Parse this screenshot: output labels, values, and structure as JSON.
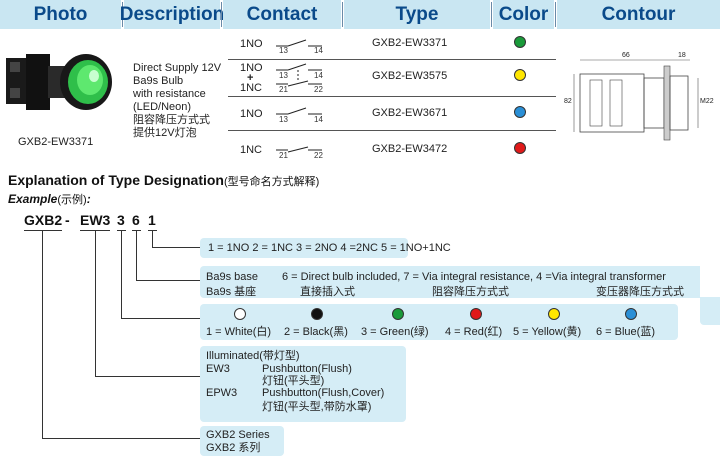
{
  "header": {
    "photo": "Photo",
    "description": "Description",
    "contact": "Contact",
    "type": "Type",
    "color": "Color",
    "contour": "Contour"
  },
  "photo_caption": "GXB2-EW3371",
  "description": {
    "line1": "Direct Supply 12V",
    "line2": "Ba9s Bulb",
    "line3": "with resistance",
    "line4": "(LED/Neon)",
    "line5": "阻容降压方式式",
    "line6": "提供12V灯泡"
  },
  "rows": [
    {
      "contact": "1NO",
      "sw1": "13",
      "sw2": "14",
      "type": "GXB2-EW3371",
      "color": "#1a9a3a"
    },
    {
      "contact": "1NO",
      "contact2": "1NC",
      "plus": "+",
      "sw1": "13",
      "sw2": "14",
      "sw3": "21",
      "sw4": "22",
      "type": "GXB2-EW3575",
      "color": "#ffe600"
    },
    {
      "contact": "1NO",
      "sw1": "13",
      "sw2": "14",
      "type": "GXB2-EW3671",
      "color": "#2a8fd6"
    },
    {
      "contact": "1NC",
      "sw1": "21",
      "sw2": "22",
      "type": "GXB2-EW3472",
      "color": "#e01a1a"
    }
  ],
  "contour": {
    "dim_top": "66",
    "dim_right": "18",
    "dim_left": "82",
    "dim_m": "M22"
  },
  "explanation": {
    "title": "Explanation of Type Designation",
    "title_cn": "(型号命名方式解释)",
    "example": "Example",
    "example_cn": "(示例)",
    "colon": ":"
  },
  "code": {
    "p1": "GXB2",
    "dash": "-",
    "p2": "EW3",
    "p3": "3",
    "p4": "6",
    "p5": "1"
  },
  "boxes": {
    "contact_codes": "1 = 1NO   2 = 1NC  3 = 2NO 4 =2NC 5 = 1NO+1NC",
    "ba9s_en": "Ba9s base",
    "ba9s_cn": "Ba9s 基座",
    "bulb_en": "6 = Direct bulb included, 7 = Via integral resistance, 4 =Via integral transformer",
    "bulb_cn1": "直接插入式",
    "bulb_cn2": "阻容降压方式式",
    "bulb_cn3": "变压器降压方式式",
    "colors": [
      {
        "label": "1 = White(白)",
        "color": "#ffffff"
      },
      {
        "label": "2 = Black(黑)",
        "color": "#111111"
      },
      {
        "label": "3 =  Green(绿)",
        "color": "#1a9a3a"
      },
      {
        "label": "4 = Red(红)",
        "color": "#e01a1a"
      },
      {
        "label": "5 = Yellow(黄)",
        "color": "#ffe600"
      },
      {
        "label": "6 = Blue(蓝)",
        "color": "#2a8fd6"
      }
    ],
    "illum": "Illuminated(带灯型)",
    "ew3": "EW3",
    "ew3_desc": "Pushbutton(Flush)",
    "ew3_cn": "灯钮(平头型)",
    "epw3": "EPW3",
    "epw3_desc": "Pushbutton(Flush,Cover)",
    "epw3_cn": "灯钮(平头型,带防水罩)",
    "series_en": "GXB2 Series",
    "series_cn": "GXB2 系列"
  }
}
